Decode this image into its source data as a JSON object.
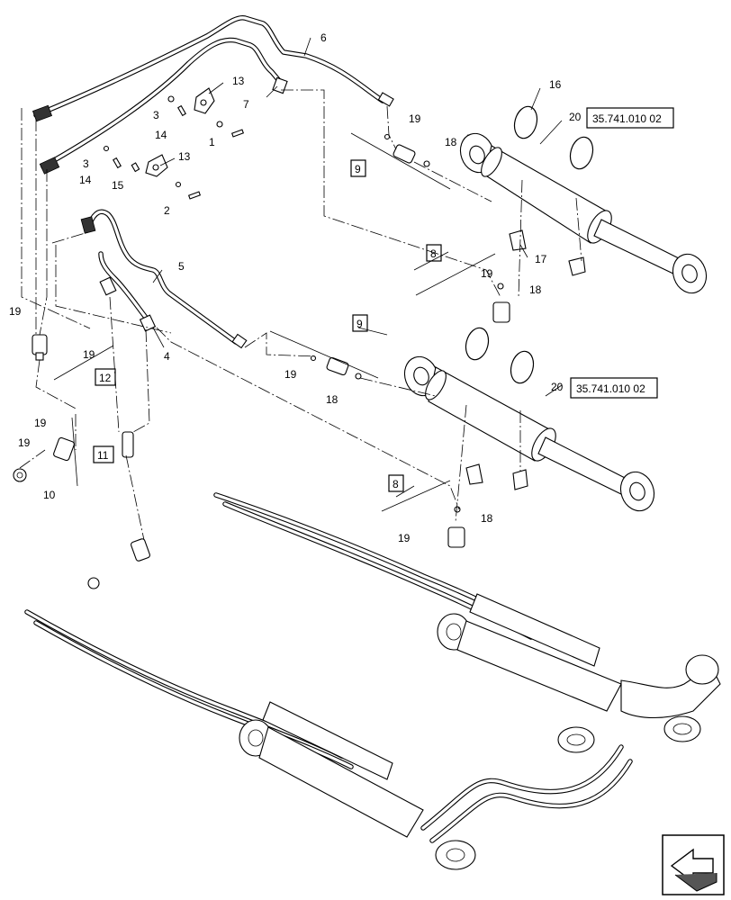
{
  "callouts": {
    "c1": "1",
    "c2": "2",
    "c3a": "3",
    "c3b": "3",
    "c4": "4",
    "c5": "5",
    "c6": "6",
    "c7": "7",
    "c8a": "8",
    "c8b": "8",
    "c9a": "9",
    "c9b": "9",
    "c10": "10",
    "c11": "11",
    "c12": "12",
    "c13a": "13",
    "c13b": "13",
    "c14a": "14",
    "c14b": "14",
    "c15": "15",
    "c16": "16",
    "c17": "17",
    "c18a": "18",
    "c18b": "18",
    "c18c": "18",
    "c18d": "18",
    "c19a": "19",
    "c19b": "19",
    "c19c": "19",
    "c19d": "19",
    "c19e": "19",
    "c19f": "19",
    "c19g": "19",
    "c19h": "19",
    "c20a": "20",
    "c20b": "20"
  },
  "references": {
    "upper_cylinder_ref": "35.741.010 02",
    "lower_cylinder_ref": "35.741.010 02"
  },
  "icons": {
    "nav": "arrow-icon"
  }
}
